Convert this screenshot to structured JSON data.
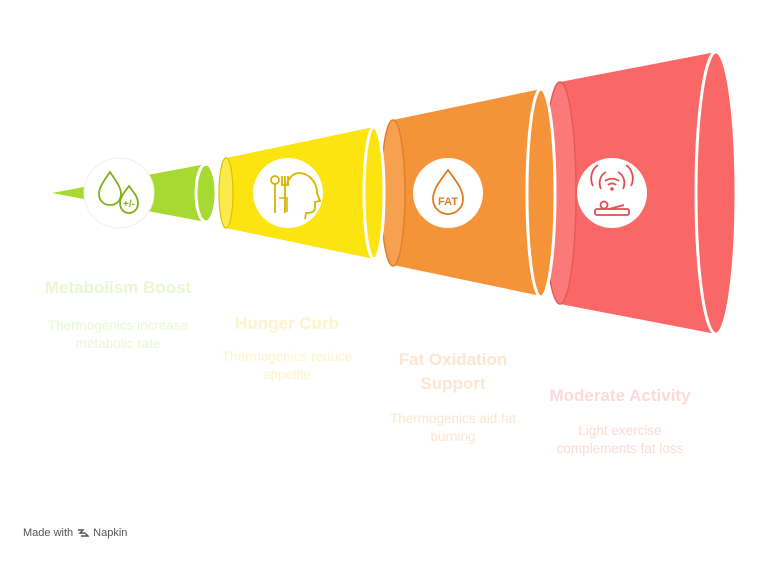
{
  "stages": [
    {
      "title": "Metabolism Boost",
      "description": "Thermogenics increase metabolic rate",
      "color": "#a6d931",
      "icon": "metabolism-drops-icon"
    },
    {
      "title": "Hunger Curb",
      "description": "Thermogenics reduce appetite",
      "color": "#fbe40f",
      "icon": "head-utensils-icon"
    },
    {
      "title": "Fat Oxidation Support",
      "description": "Thermogenics aid fat burning",
      "color": "#f59338",
      "icon": "fat-drop-icon"
    },
    {
      "title": "Moderate Activity",
      "description": "Light exercise complements fat loss",
      "color": "#f96766",
      "icon": "exercise-icon"
    }
  ],
  "fat_icon_text": "FAT",
  "footer": {
    "made_with": "Made with",
    "brand": "Napkin"
  }
}
